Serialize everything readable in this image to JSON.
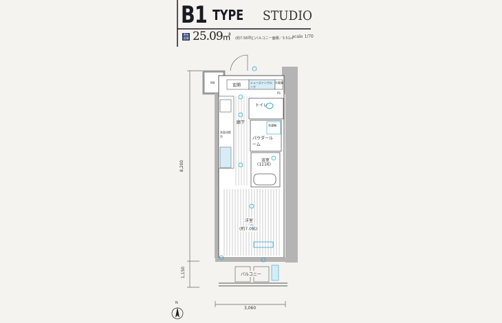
{
  "header": {
    "type_code": "B1",
    "type_word": "TYPE",
    "layout": "STUDIO",
    "area_badge": "専有面積",
    "area": "25.09",
    "area_unit": "㎡",
    "tsubo": "(約7.58坪)",
    "balcony_area": "□バルコニー面積／3.51㎡",
    "scale": "scale 1/70"
  },
  "rooms": {
    "mb": "MB",
    "entrance": "玄関",
    "shoes": "シューズインクローク",
    "fridge": "冷蔵庫",
    "ps": "PS",
    "washer": "洗濯機",
    "toilet": "トイレ",
    "hallway": "廊下",
    "powder": "パウダールーム",
    "vanity": "洗面化粧台",
    "bath": "浴室",
    "bath_size": "(1116)",
    "western": "洋室",
    "western_size": "(約7.0帖)",
    "balcony": "バルコニー"
  },
  "dimensions": {
    "height": "8,200",
    "balcony_depth": "1,150",
    "width": "3,060"
  },
  "compass": {
    "north": "N"
  },
  "colors": {
    "accent": "#2aa7d8",
    "wall": "#b4b4b4",
    "header_navy": "#1a1a24"
  }
}
